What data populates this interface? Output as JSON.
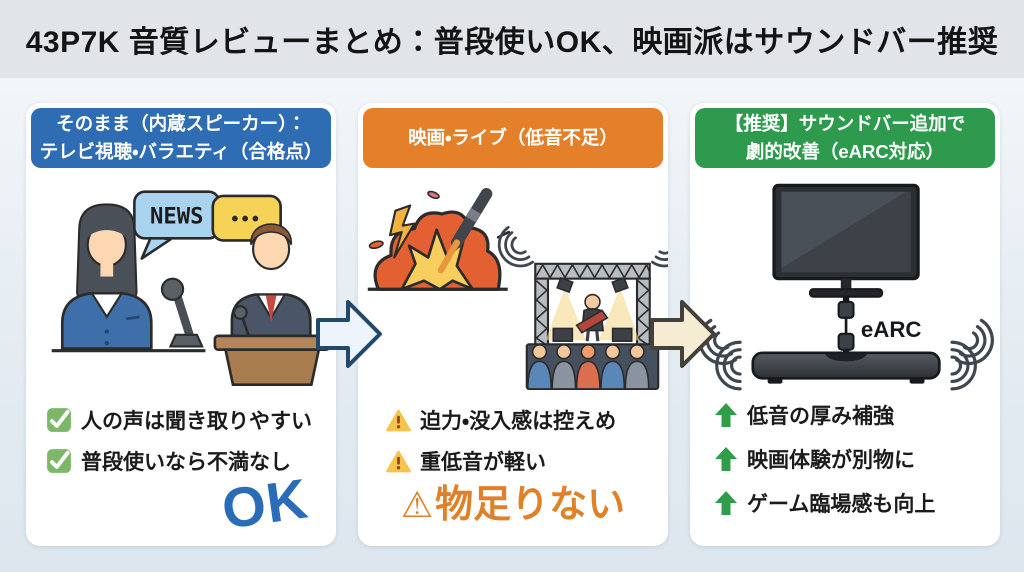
{
  "title": "43P7K 音質レビューまとめ：普段使いOK、映画派はサウンドバー推奨",
  "colors": {
    "blue_header": "#2e6cb4",
    "orange_header": "#e5802a",
    "green_header": "#2d9a4e",
    "check_green": "#7db868",
    "warning_yellow": "#f6c44c",
    "ok_blue": "#2b6cb8",
    "warn_orange": "#e0812a",
    "up_arrow_green": "#2f9e48",
    "flow_arrow1_fill": "#edf4fb",
    "flow_arrow2_fill": "#f6ecd4"
  },
  "panels": [
    {
      "id": "builtin-speaker",
      "header_lines": [
        "そのまま（内蔵スピーカー）：",
        "テレビ視聴・バラエティ（合格点）"
      ],
      "bubble_news": "NEWS",
      "bubble_dots": "•••",
      "items": [
        {
          "icon": "check",
          "text": "人の声は聞き取りやすい"
        },
        {
          "icon": "check",
          "text": "普段使いなら不満なし"
        }
      ],
      "verdict": "OK"
    },
    {
      "id": "movies-live",
      "header_lines": [
        "映画・ライブ（低音不足）"
      ],
      "items": [
        {
          "icon": "warning",
          "text": "迫力・没入感は控えめ"
        },
        {
          "icon": "warning",
          "text": "重低音が軽い"
        }
      ],
      "verdict_icon": "⚠",
      "verdict": "物足りない"
    },
    {
      "id": "soundbar-recommended",
      "header_lines": [
        "【推奨】サウンドバー追加で",
        "劇的改善（eARC対応）"
      ],
      "earc_label": "eARC",
      "items": [
        {
          "icon": "up-arrow",
          "text": "低音の厚み補強"
        },
        {
          "icon": "up-arrow",
          "text": "映画体験が別物に"
        },
        {
          "icon": "up-arrow",
          "text": "ゲーム臨場感も向上"
        }
      ]
    }
  ]
}
